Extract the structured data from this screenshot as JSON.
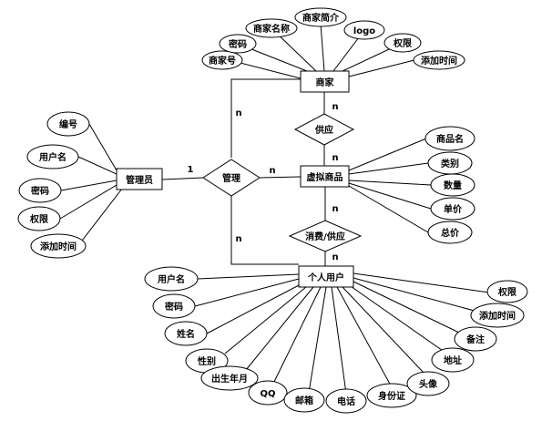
{
  "entities": {
    "merchant": "商家",
    "virtual_goods": "虚拟商品",
    "admin": "管理员",
    "personal_user": "个人用户"
  },
  "relationships": {
    "supply": "供应",
    "manage": "管理",
    "consume_supply": "消费/供应"
  },
  "attributes": {
    "merchant": {
      "merchant_no": "商家号",
      "password": "密码",
      "merchant_name": "商家名称",
      "merchant_intro": "商家简介",
      "logo": "logo",
      "permission": "权限",
      "add_time": "添加时间"
    },
    "admin": {
      "id": "编号",
      "username": "用户名",
      "password": "密码",
      "permission": "权限",
      "add_time": "添加时间"
    },
    "virtual_goods": {
      "goods_name": "商品名",
      "category": "类别",
      "quantity": "数量",
      "unit_price": "单价",
      "total_price": "总价"
    },
    "personal_user": {
      "username": "用户名",
      "password": "密码",
      "name": "姓名",
      "gender": "性别",
      "birth_date": "出生年月",
      "qq": "QQ",
      "email": "邮箱",
      "phone": "电话",
      "id_card": "身份证",
      "avatar": "头像",
      "address": "地址",
      "remark": "备注",
      "add_time": "添加时间",
      "permission": "权限"
    }
  },
  "cardinalities": {
    "merchant_manage": "n",
    "merchant_supply": "n",
    "admin_manage": "1",
    "manage_goods": "n",
    "manage_user": "n",
    "supply_goods": "n",
    "goods_consume": "n",
    "consume_user": "n"
  }
}
